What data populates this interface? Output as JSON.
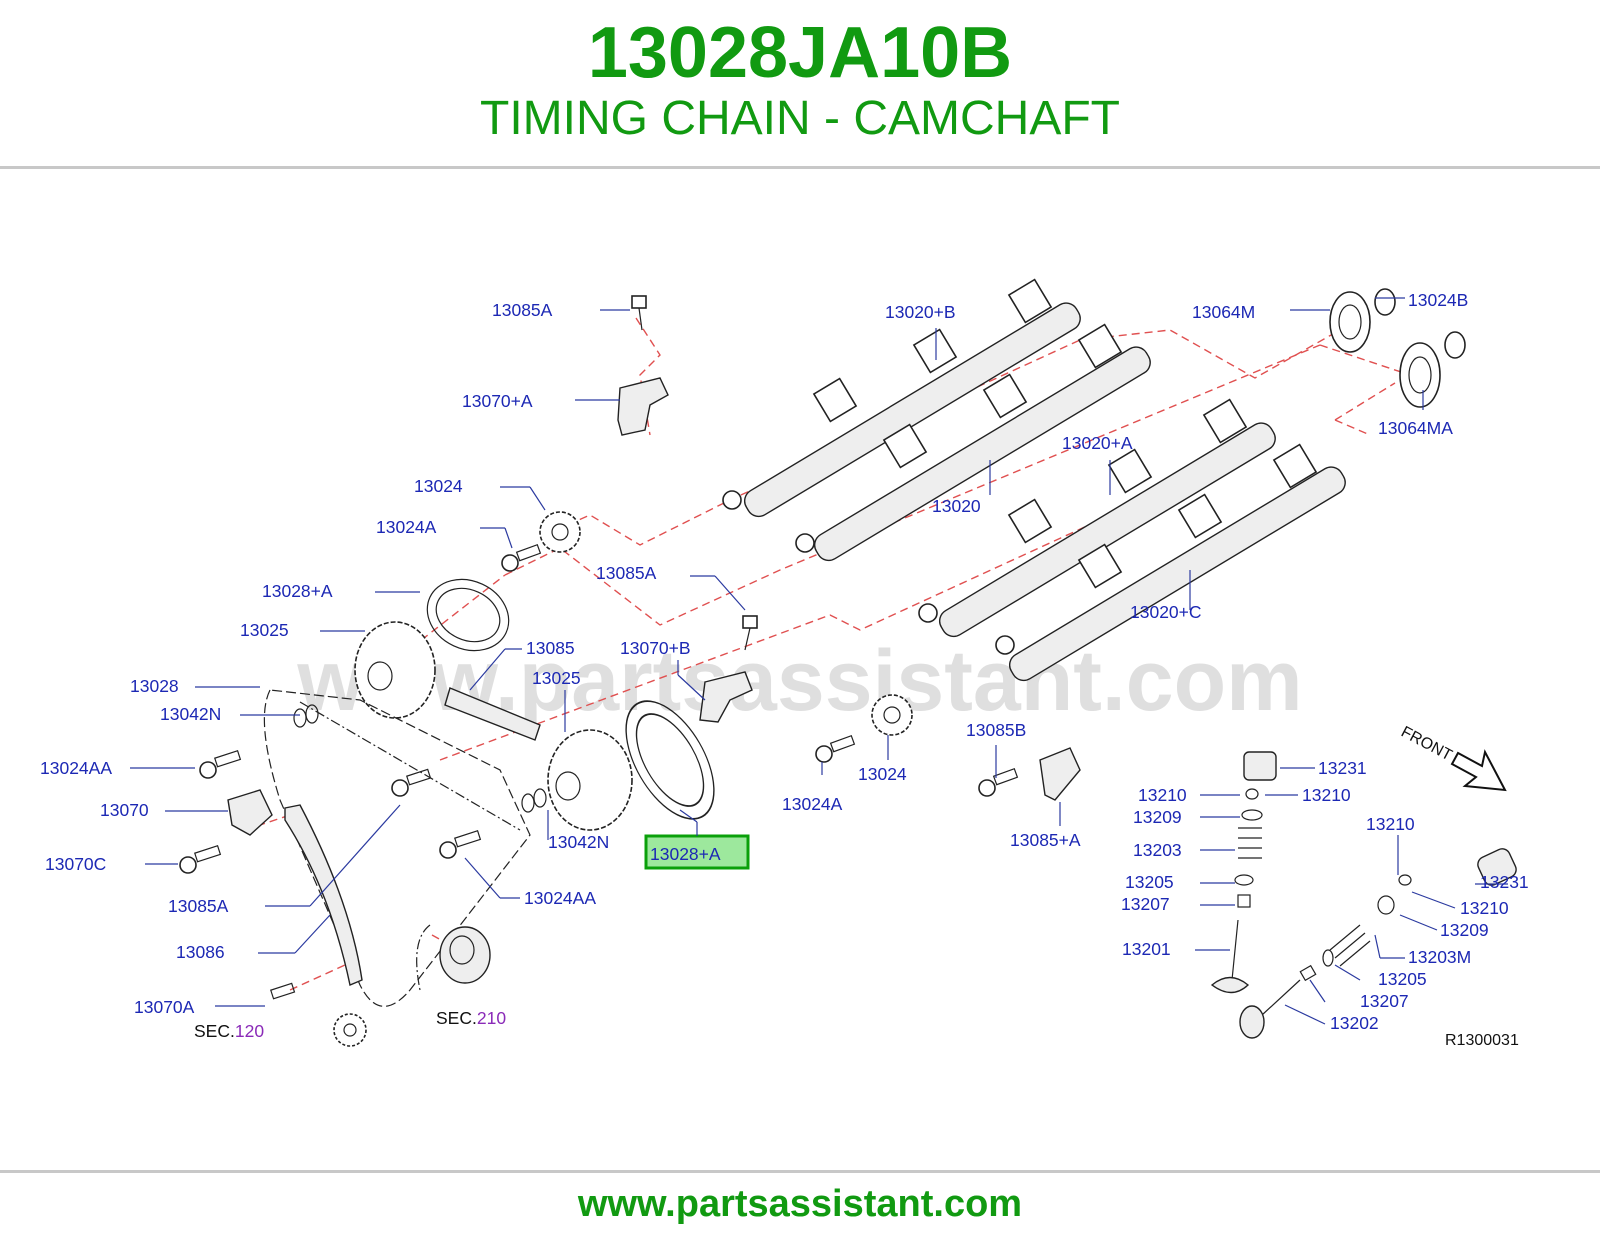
{
  "header": {
    "part_number": "13028JA10B",
    "title": "TIMING CHAIN - CAMCHAFT"
  },
  "diagram": {
    "watermark": "www.partsassistant.com",
    "front_label": "FRONT",
    "ref_code": "R1300031",
    "highlighted_label": "13028+A",
    "labels": {
      "l_13085A_top": "13085A",
      "l_13070A_plus": "13070+A",
      "l_13020B": "13020+B",
      "l_13064M": "13064M",
      "l_13024B": "13024B",
      "l_13064MA": "13064MA",
      "l_13020A": "13020+A",
      "l_13020": "13020",
      "l_13024_top": "13024",
      "l_13024A_top": "13024A",
      "l_13085A_mid": "13085A",
      "l_13020C": "13020+C",
      "l_13028A_left": "13028+A",
      "l_13025_left": "13025",
      "l_13085": "13085",
      "l_13070B": "13070+B",
      "l_13025_mid": "13025",
      "l_13028": "13028",
      "l_13042N_left": "13042N",
      "l_13024AA_left": "13024AA",
      "l_13070": "13070",
      "l_13070C": "13070C",
      "l_13042N_mid": "13042N",
      "l_13085A_low": "13085A",
      "l_13024AA_mid": "13024AA",
      "l_13086": "13086",
      "l_13070A": "13070A",
      "l_13024A_mid": "13024A",
      "l_13024_mid": "13024",
      "l_13085B": "13085B",
      "l_13085A_plus": "13085+A",
      "l_13231_a": "13231",
      "l_13210_a": "13210",
      "l_13210_b": "13210",
      "l_13209_a": "13209",
      "l_13203": "13203",
      "l_13205_a": "13205",
      "l_13207_a": "13207",
      "l_13201": "13201",
      "l_13210_c": "13210",
      "l_13231_b": "13231",
      "l_13210_d": "13210",
      "l_13209_b": "13209",
      "l_13203M": "13203M",
      "l_13205_b": "13205",
      "l_13207_b": "13207",
      "l_13202": "13202"
    },
    "sec_labels": {
      "sec120_prefix": "SEC.",
      "sec120_num": "120",
      "sec210_prefix": "SEC.",
      "sec210_num": "210"
    }
  },
  "footer": {
    "url": "www.partsassistant.com"
  },
  "colors": {
    "brand_green": "#119a11",
    "label_blue": "#1c28b4",
    "sec_purple": "#8a2ab8",
    "dash_red": "#e05050",
    "highlight_border": "#0aa00a",
    "highlight_fill": "#9de89d"
  }
}
